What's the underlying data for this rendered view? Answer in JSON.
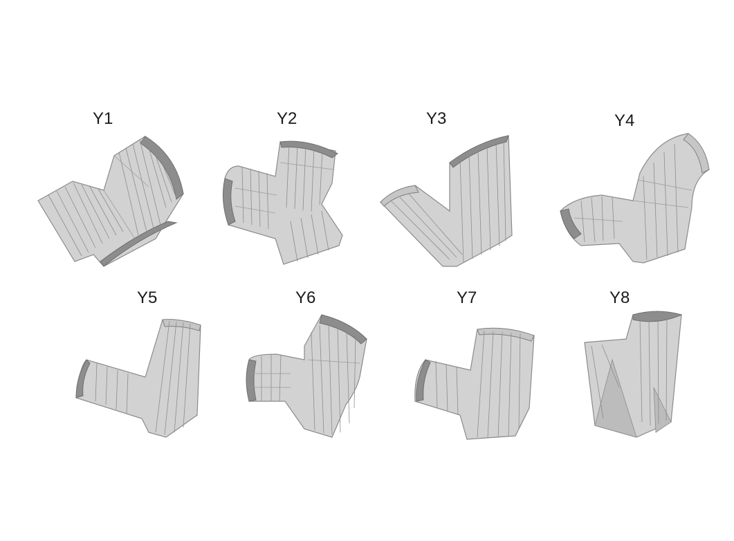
{
  "fittings": [
    {
      "id": "y1",
      "label": "Y1"
    },
    {
      "id": "y2",
      "label": "Y2"
    },
    {
      "id": "y3",
      "label": "Y3"
    },
    {
      "id": "y4",
      "label": "Y4"
    },
    {
      "id": "y5",
      "label": "Y5"
    },
    {
      "id": "y6",
      "label": "Y6"
    },
    {
      "id": "y7",
      "label": "Y7"
    },
    {
      "id": "y8",
      "label": "Y8"
    }
  ]
}
